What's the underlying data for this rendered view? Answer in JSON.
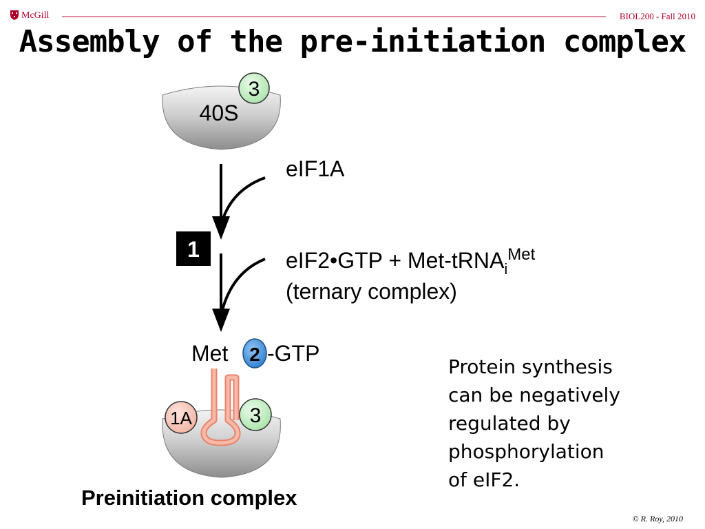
{
  "header": {
    "brand": "McGill",
    "course": "BIOL200 - Fall 2010"
  },
  "title": "Assembly of the pre-initiation complex",
  "diagram": {
    "top_subunit": {
      "label": "40S",
      "factor": "3"
    },
    "step_number": "1",
    "reactant_1": "eIF1A",
    "reactant_2": {
      "text": "eIF2•GTP + Met-tRNA",
      "subscript": "i",
      "superscript": "Met",
      "note": "(ternary complex)"
    },
    "ternary_label": {
      "left": "Met",
      "factor": "2",
      "right": "-GTP"
    },
    "complex": {
      "factor_left": "1A",
      "factor_right": "3"
    },
    "caption": "Preinitiation complex"
  },
  "note": [
    "Protein synthesis",
    "can be negatively",
    "regulated by",
    "phosphorylation",
    "of eIF2."
  ],
  "copyright": "© R. Roy, 2010",
  "colors": {
    "brand": "#b0002a",
    "eIF3": "#c8f0c8",
    "eIF1A": "#f7c9bd",
    "eIF2": "#3f8fdc",
    "trna": "#f4a894"
  }
}
